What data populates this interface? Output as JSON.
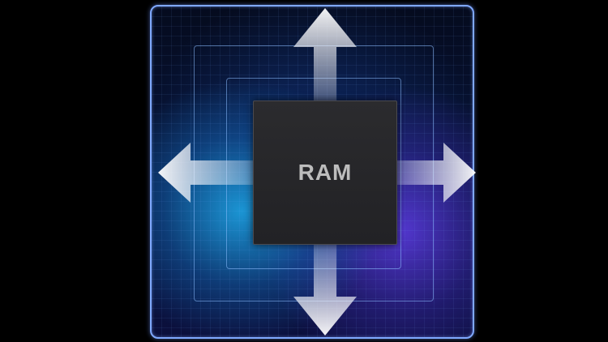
{
  "chip": {
    "label": "RAM"
  },
  "colors": {
    "background": "#000000",
    "panel_border": "#7fa8ff",
    "glow_left": "#1eaaeb",
    "glow_right": "#5f3ce6",
    "chip_fill": "#262629",
    "chip_text": "#bdbdbd",
    "arrow": "#e6e9f5"
  },
  "arrows": [
    "up",
    "down",
    "left",
    "right"
  ]
}
